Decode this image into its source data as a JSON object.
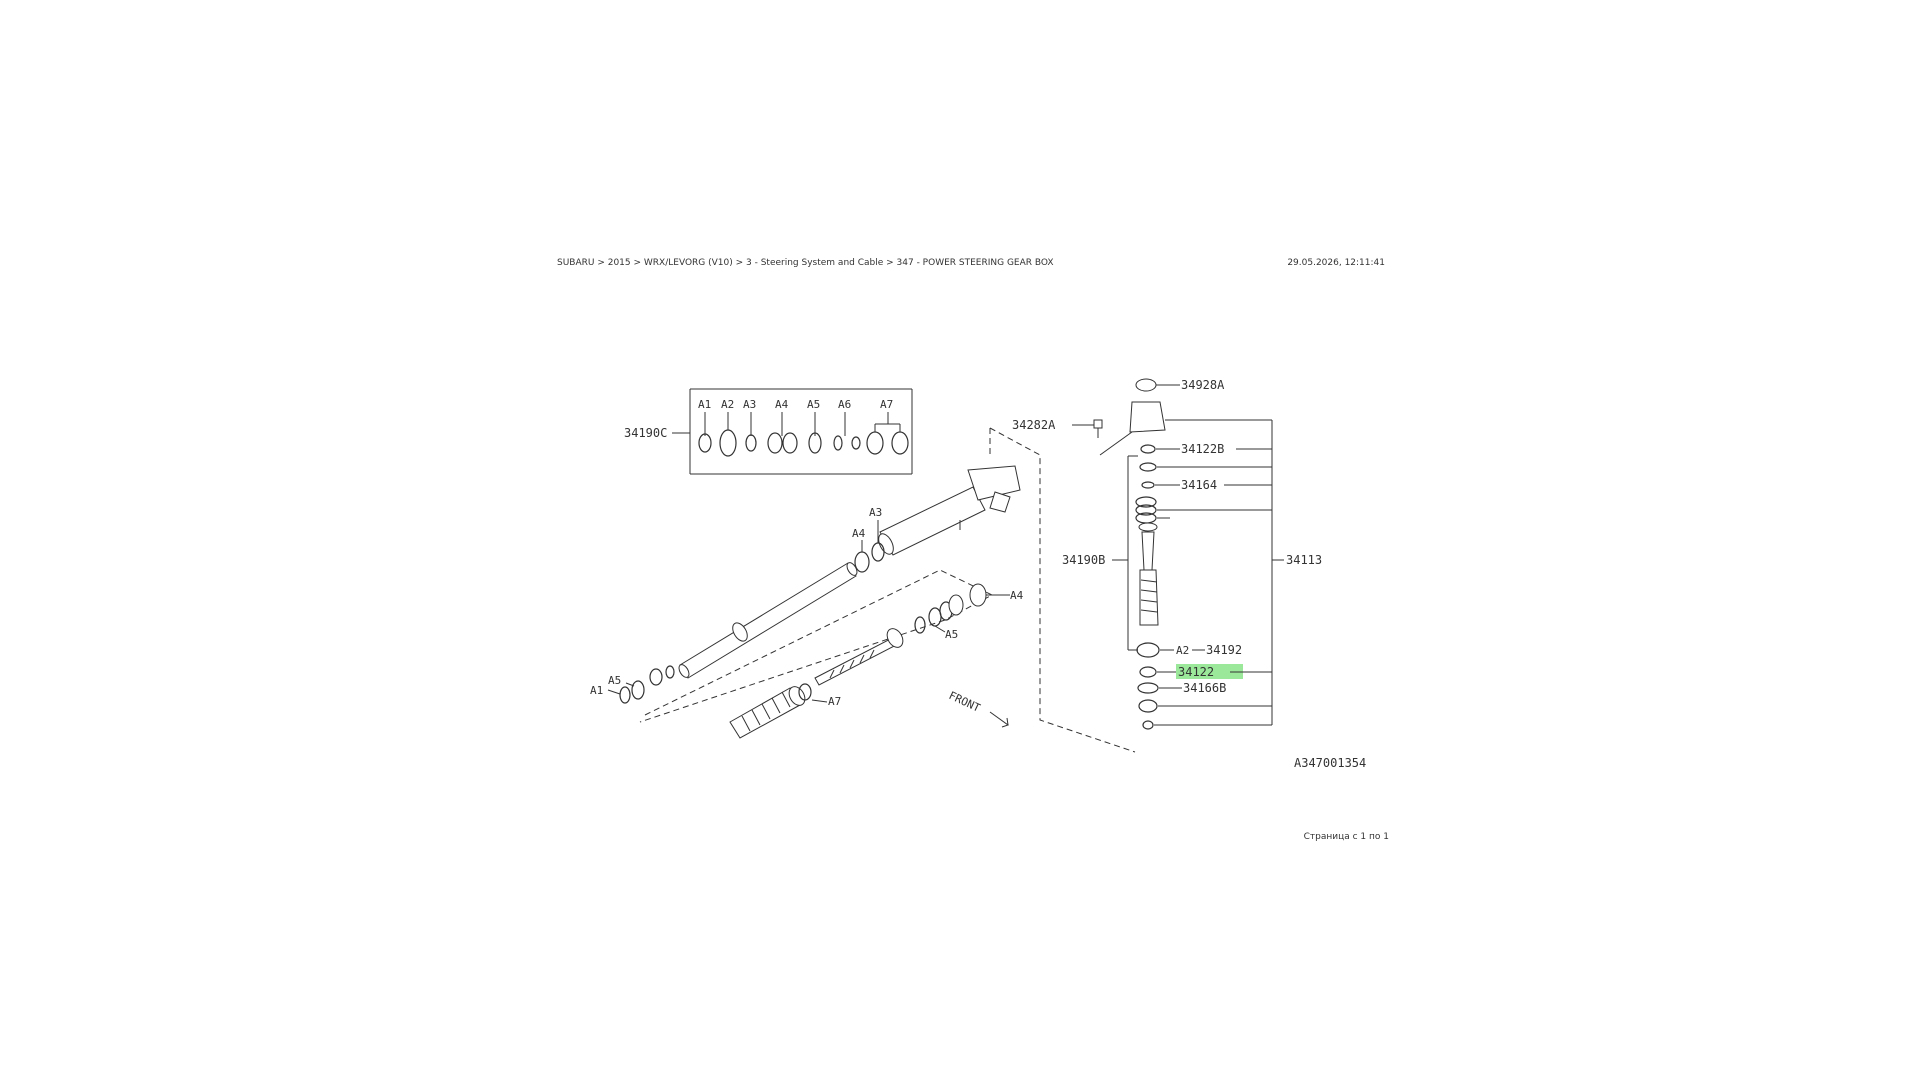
{
  "header": {
    "breadcrumb": "SUBARU > 2015 > WRX/LEVORG (V10) > 3 - Steering System and Cable > 347 - POWER STEERING GEAR BOX",
    "timestamp": "29.05.2026, 12:11:41"
  },
  "footer": {
    "page_info": "Страница с 1 по 1"
  },
  "diagram": {
    "drawing_id": "A347001354",
    "highlight_color": "#9be89b",
    "kit": {
      "part": "34190C",
      "items": [
        "A1",
        "A2",
        "A3",
        "A4",
        "A5",
        "A6",
        "A7"
      ]
    },
    "callouts": {
      "p34928A": "34928A",
      "p34282A": "34282A",
      "p34122B": "34122B",
      "p34164": "34164",
      "p34190B": "34190B",
      "p34113": "34113",
      "p34192": "34192",
      "p34122": "34122",
      "p34166B": "34166B",
      "a2_right": "A2",
      "a3_rack": "A3",
      "a4_rack": "A4",
      "a4_right": "A4",
      "a5_mid": "A5",
      "a5_left": "A5",
      "a1_left": "A1",
      "a7_boot": "A7",
      "front": "FRONT"
    }
  }
}
